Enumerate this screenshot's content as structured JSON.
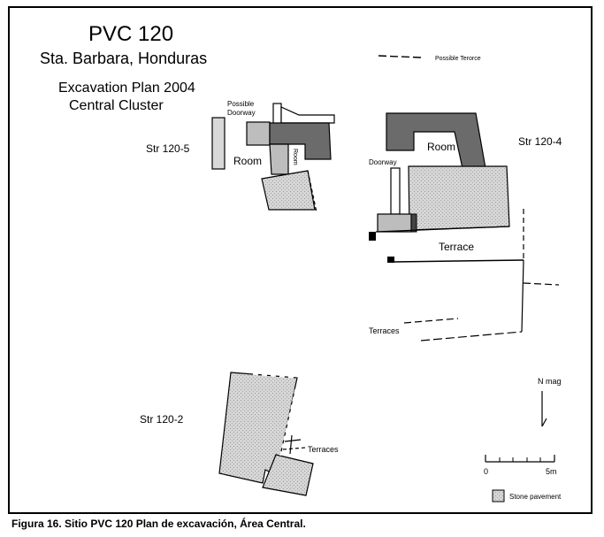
{
  "title": "PVC 120",
  "subtitle": "Sta. Barbara, Honduras",
  "plan_title_line1": "Excavation Plan 2004",
  "plan_title_line2": "Central Cluster",
  "labels": {
    "str_120_5": "Str 120-5",
    "str_120_4": "Str 120-4",
    "str_120_2": "Str 120-2",
    "possible_doorway_line1": "Possible",
    "possible_doorway_line2": "Doorway",
    "room_120_5": "Room",
    "room_vertical": "Room",
    "room_120_4": "Room",
    "doorway": "Doorway",
    "terrace": "Terrace",
    "terraces_mid": "Terraces",
    "terraces_low": "Terraces",
    "possible_terrace": "Possible Terorce"
  },
  "north_arrow": {
    "label": "N mag"
  },
  "scale_bar": {
    "start": "0",
    "end": "5m"
  },
  "legend": {
    "stone_pavement": "Stone pavement"
  },
  "caption": "Figura 16.  Sitio PVC 120 Plan de excavación, Área Central.",
  "colors": {
    "dark_wall": "#6b6b6b",
    "light_wall": "#bdbdbd",
    "stone_pavement": "#d3d3d3",
    "black": "#000000"
  }
}
